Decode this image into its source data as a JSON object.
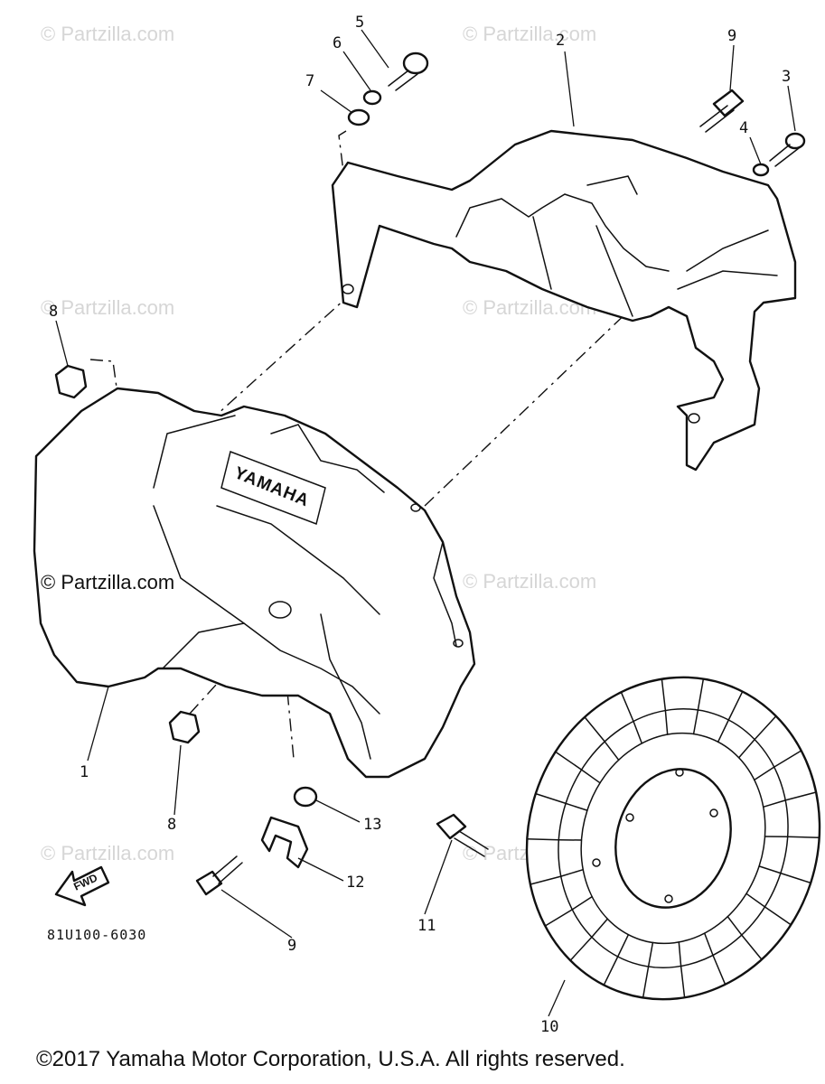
{
  "watermarks": {
    "faint": "© Partzilla.com",
    "prominent": "© Partzilla.com"
  },
  "callouts": [
    "1",
    "2",
    "3",
    "4",
    "5",
    "6",
    "7",
    "8",
    "8",
    "9",
    "9",
    "10",
    "11",
    "12",
    "13"
  ],
  "diagram_code": "81U100-6030",
  "cover_logo": "YAMAHA",
  "direction_arrow": "FWD",
  "copyright": "©2017 Yamaha Motor Corporation, U.S.A. All rights reserved."
}
